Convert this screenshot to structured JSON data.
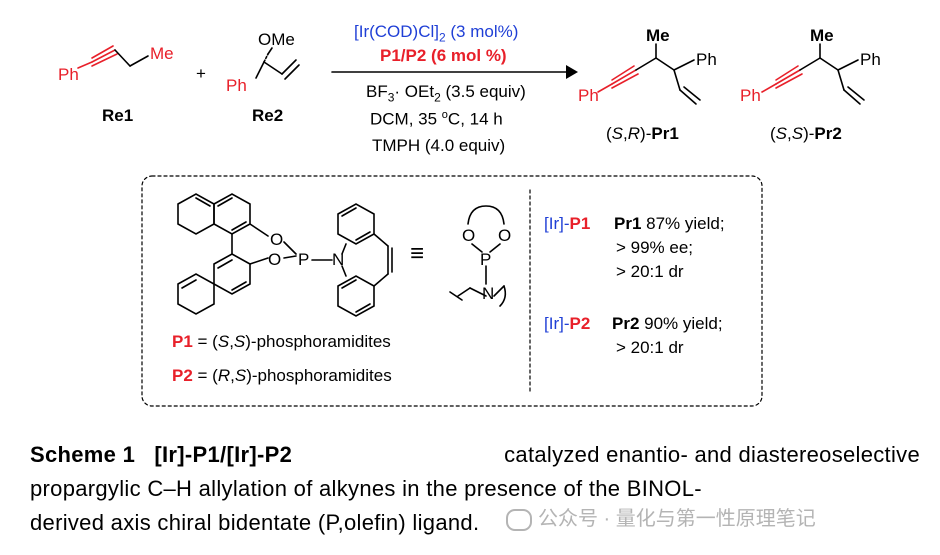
{
  "reaction": {
    "re1_ph": "Ph",
    "re1_me": "Me",
    "re1_label": "Re1",
    "plus": "+",
    "re2_ome": "OMe",
    "re2_ph": "Ph",
    "re2_label": "Re2",
    "cond1_pre": "[Ir(COD)Cl]",
    "cond1_sub": "2",
    "cond1_post": " (3 mol%)",
    "cond2": "P1/P2 (6 mol %)",
    "cond3_pre": "BF",
    "cond3_sub": "3",
    "cond3_mid": "· OEt",
    "cond3_sub2": "2",
    "cond3_post": " (3.5 equiv)",
    "cond4_pre": "DCM, 35 ",
    "cond4_deg": "o",
    "cond4_post": "C, 14 h",
    "cond5": "TMPH (4.0 equiv)",
    "pr1_me": "Me",
    "pr1_ph_top": "Ph",
    "pr1_ph_left": "Ph",
    "pr1_label_open": "(",
    "pr1_label_s": "S",
    "pr1_label_comma": ",",
    "pr1_label_r": "R",
    "pr1_label_close": ")-",
    "pr1_label_name": "Pr1",
    "pr2_me": "Me",
    "pr2_ph_top": "Ph",
    "pr2_ph_left": "Ph",
    "pr2_label_open": "(",
    "pr2_label_s": "S",
    "pr2_label_comma": ",",
    "pr2_label_s2": "S",
    "pr2_label_close": ")-",
    "pr2_label_name": "Pr2"
  },
  "ligand": {
    "atom_o1": "O",
    "atom_o2": "O",
    "atom_p": "P",
    "atom_n": "N",
    "equiv": "≡",
    "simple_o1": "O",
    "simple_o2": "O",
    "simple_p": "P",
    "simple_n": "N",
    "p1_name": "P1",
    "p1_eq": " = (",
    "p1_s1": "S",
    "p1_comma": ",",
    "p1_s2": "S",
    "p1_rest": ")-phosphoramidites",
    "p2_name": "P2",
    "p2_eq": " = (",
    "p2_r": "R",
    "p2_comma": ",",
    "p2_s": "S",
    "p2_rest": ")-phosphoramidites"
  },
  "results": {
    "r1_ir": "[Ir]-",
    "r1_p": "P1",
    "r1_pr": "Pr1",
    "r1_line1": " 87% yield;",
    "r1_line2": "> 99% ee;",
    "r1_line3": "> 20:1 dr",
    "r2_ir": "[Ir]-",
    "r2_p": "P2",
    "r2_pr": "Pr2",
    "r2_line1": " 90% yield;",
    "r2_line2": "> 20:1 dr"
  },
  "caption": {
    "title": "Scheme 1",
    "bold_part": "[Ir]-P1/[Ir]-P2",
    "line1_rest": "catalyzed enantio- and diastereoselective",
    "line2": "propargylic C–H allylation of alkynes in the presence of the BINOL-",
    "line3": "derived axis chiral bidentate (P,olefin) ligand."
  },
  "watermark": {
    "text": "公众号 · 量化与第一性原理笔记"
  },
  "colors": {
    "red": "#e8202a",
    "blue": "#1f3fd6"
  }
}
